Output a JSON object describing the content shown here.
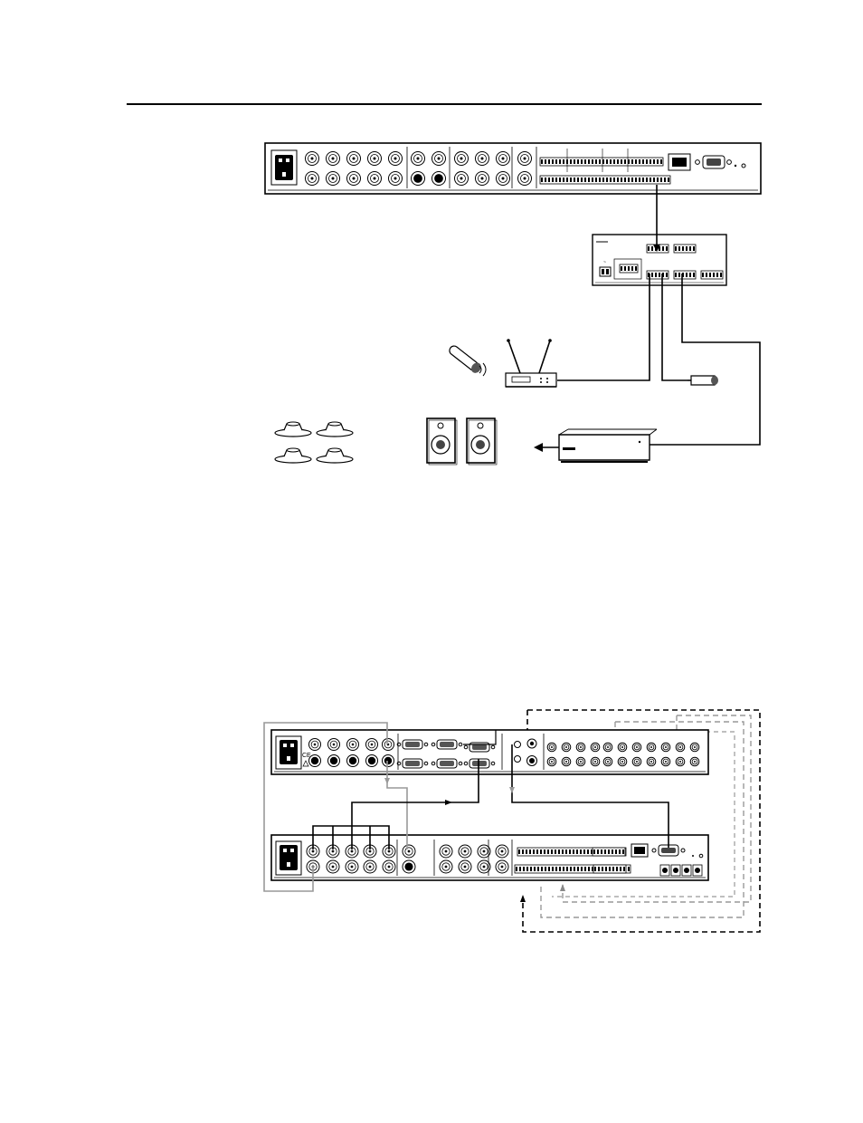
{
  "page": {
    "rule_color": "#000000"
  },
  "diagram_top": {
    "devices": [
      {
        "name": "rear-panel-switcher",
        "icon": "av-switcher-rear-panel-icon"
      },
      {
        "name": "audio-interface",
        "icon": "audio-interface-icon"
      },
      {
        "name": "wireless-microphone",
        "icon": "handheld-mic-icon"
      },
      {
        "name": "wireless-receiver",
        "icon": "wireless-receiver-icon"
      },
      {
        "name": "wired-microphone",
        "icon": "wired-mic-icon"
      },
      {
        "name": "ceiling-speakers",
        "icon": "ceiling-speaker-icon"
      },
      {
        "name": "monitor-speakers",
        "icon": "loudspeaker-icon"
      },
      {
        "name": "power-amplifier",
        "icon": "amplifier-icon"
      }
    ]
  },
  "diagram_bottom": {
    "devices": [
      {
        "name": "upper-rear-panel",
        "icon": "av-switcher-rear-panel-icon"
      },
      {
        "name": "lower-rear-panel",
        "icon": "av-switcher-rear-panel-icon"
      }
    ],
    "line_styles": {
      "solid": "#000000",
      "gray": "#8a8a8a",
      "dashed_gray": "#9a9a9a",
      "dashed_black": "#000000"
    }
  }
}
